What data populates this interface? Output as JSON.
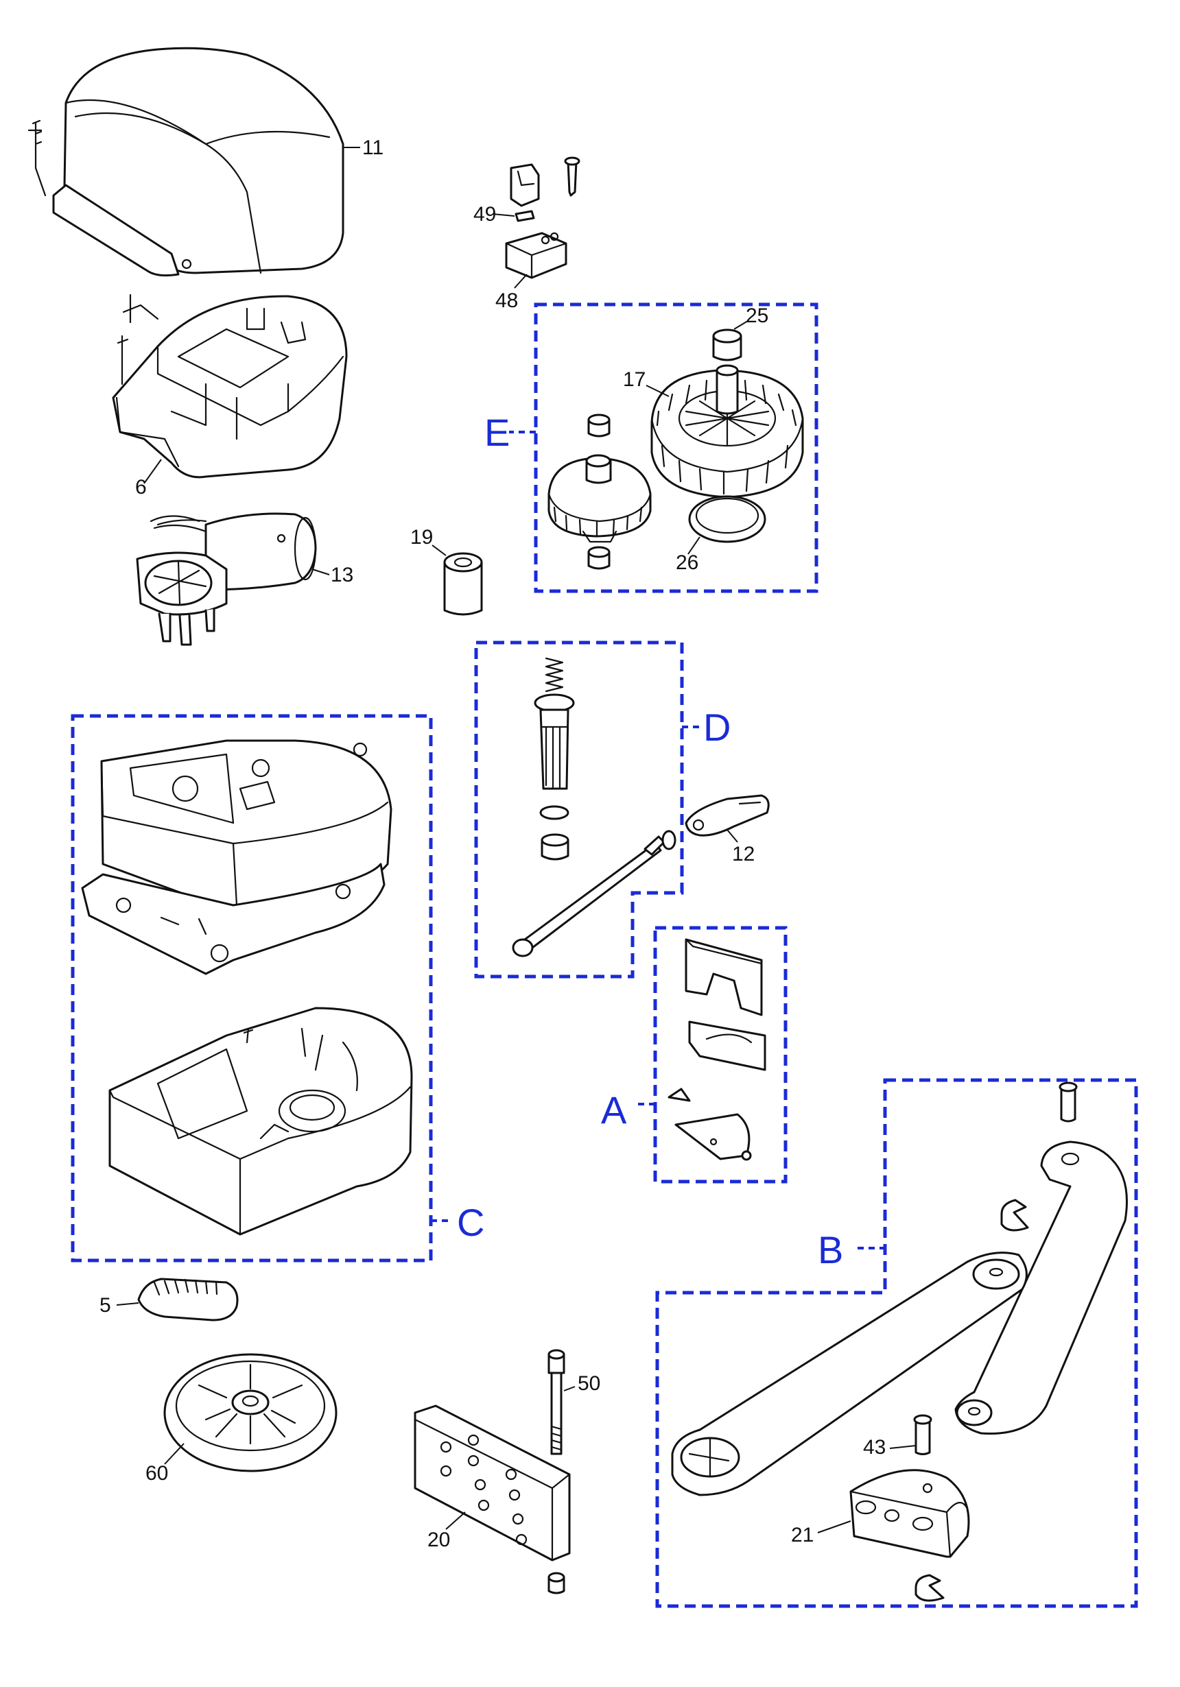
{
  "colors": {
    "group_outline": "#1a2bd6",
    "line_art": "#111111",
    "background": "#ffffff"
  },
  "groups": {
    "A": "A",
    "B": "B",
    "C": "C",
    "D": "D",
    "E": "E"
  },
  "parts": {
    "p5": "5",
    "p6": "6",
    "p11": "11",
    "p12": "12",
    "p13": "13",
    "p17": "17",
    "p19": "19",
    "p20": "20",
    "p21": "21",
    "p25": "25",
    "p26": "26",
    "p43": "43",
    "p48": "48",
    "p49": "49",
    "p50": "50",
    "p60": "60"
  }
}
